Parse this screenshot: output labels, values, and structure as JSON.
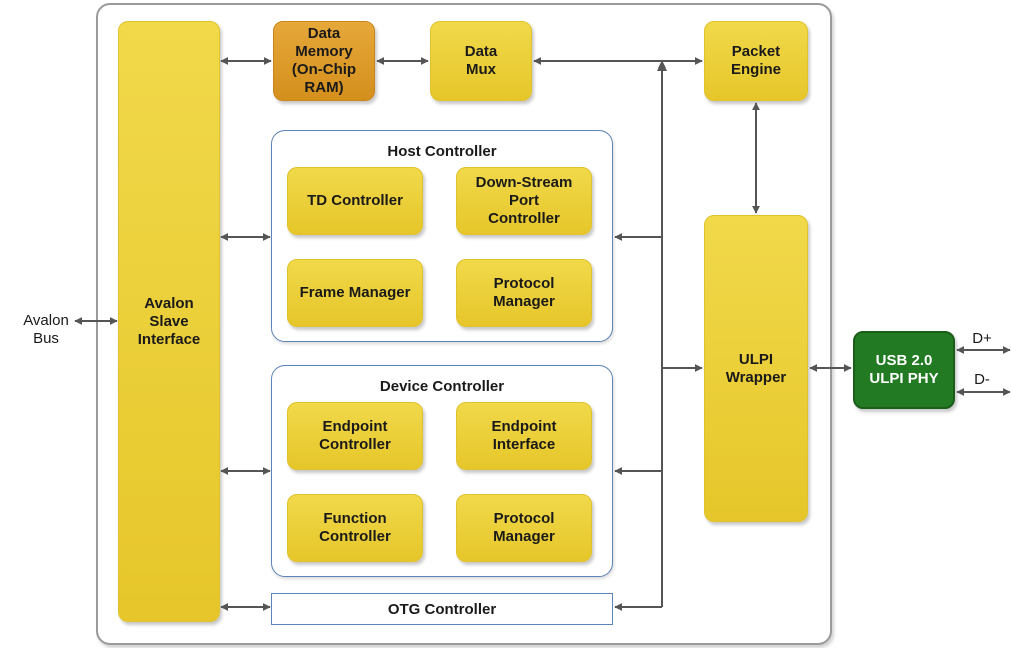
{
  "blocks": {
    "avalon_slave": "Avalon\nSlave\nInterface",
    "data_memory": "Data\nMemory\n(On-Chip\nRAM)",
    "data_mux": "Data\nMux",
    "packet_engine": "Packet\nEngine",
    "ulpi_wrapper": "ULPI\nWrapper",
    "usb_phy": "USB 2.0\nULPI PHY",
    "otg_controller": "OTG Controller"
  },
  "host_controller": {
    "title": "Host Controller",
    "td_controller": "TD Controller",
    "downstream_port": "Down-Stream\nPort\nController",
    "frame_manager": "Frame Manager",
    "protocol_manager": "Protocol\nManager"
  },
  "device_controller": {
    "title": "Device Controller",
    "endpoint_controller": "Endpoint\nController",
    "endpoint_interface": "Endpoint\nInterface",
    "function_controller": "Function\nController",
    "protocol_manager": "Protocol\nManager"
  },
  "external": {
    "avalon_bus": "Avalon\nBus",
    "d_plus": "D+",
    "d_minus": "D-"
  },
  "colors": {
    "block_yellow": "#e8c92f",
    "memory_orange": "#dc9a28",
    "phy_green": "#227a22",
    "group_border": "#5b84b8",
    "arrow": "#555555"
  }
}
